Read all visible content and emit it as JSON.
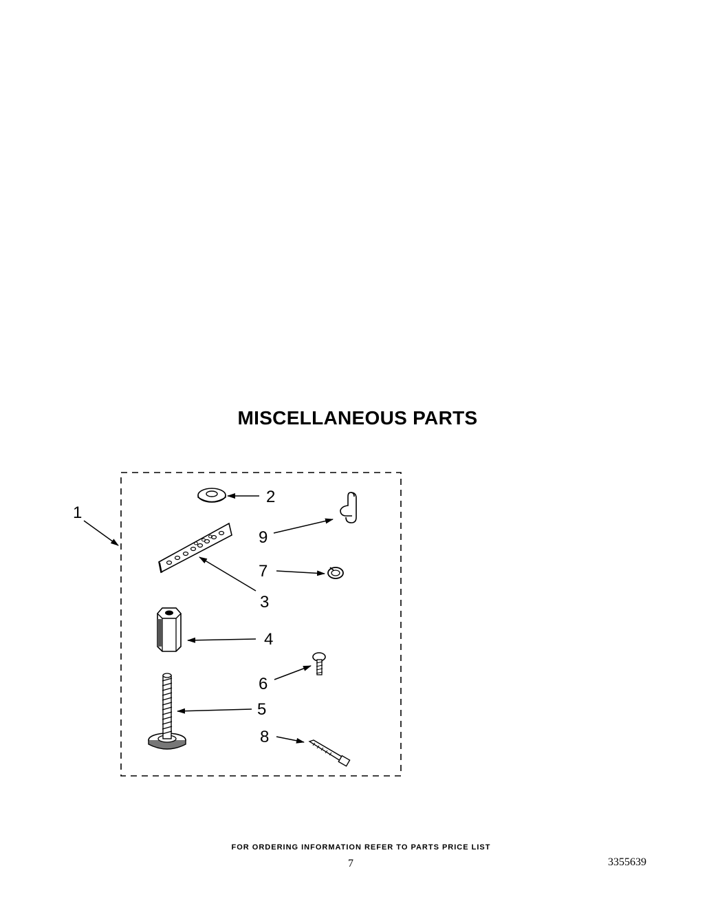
{
  "title": "MISCELLANEOUS PARTS",
  "callouts": {
    "c1": "1",
    "c2": "2",
    "c3": "3",
    "c4": "4",
    "c5": "5",
    "c6": "6",
    "c7": "7",
    "c8": "8",
    "c9": "9"
  },
  "footer": {
    "note": "FOR ORDERING INFORMATION REFER TO PARTS PRICE LIST",
    "page_number": "7",
    "doc_number": "3355639"
  }
}
